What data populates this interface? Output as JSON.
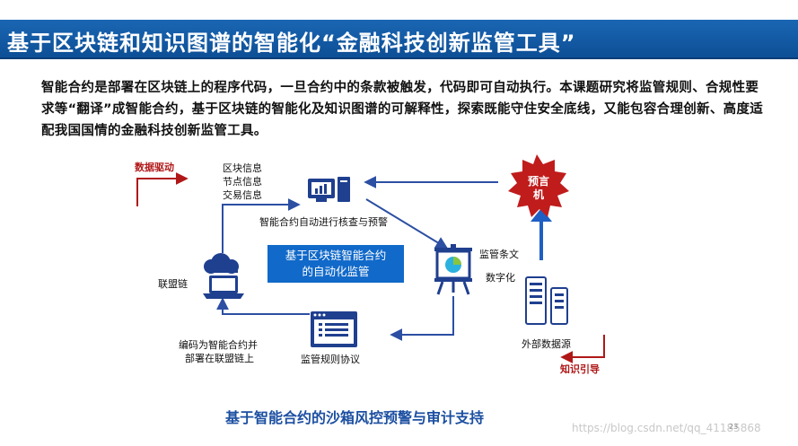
{
  "title": "基于区块链和知识图谱的智能化“金融科技创新监管工具”",
  "paragraph": "智能合约是部署在区块链上的程序代码，一旦合约中的条款被触发，代码即可自动执行。本课题研究将监管规则、合规性要求等“翻译”成智能合约，基于区块链的智能化及知识图谱的可解释性，探索既能守住安全底线，又能包容合理创新、高度适配我国国情的金融科技创新监管工具。",
  "diagram": {
    "data_driven": "数据驱动",
    "knowledge_guided": "知识引导",
    "info_lines": [
      "区块信息",
      "节点信息",
      "交易信息"
    ],
    "auto_check": "智能合约自动进行核查与预警",
    "alliance_chain": "联盟链",
    "center_line1": "基于区块链智能合约",
    "center_line2": "的自动化监管",
    "oracle_line1": "预言",
    "oracle_line2": "机",
    "regulation_digital_1": "监管条文",
    "regulation_digital_2": "数字化",
    "external_source": "外部数据源",
    "encode_line1": "编码为智能合约并",
    "encode_line2": "部署在联盟链上",
    "protocol": "监管规则协议"
  },
  "caption": "基于智能合约的沙箱风控预警与审计支持",
  "watermark": "https://blog.csdn.net/qq_41185868",
  "page_number": "23",
  "colors": {
    "title_bg": "#1a66b3",
    "arrow": "#2c4fa3",
    "red": "#b01818",
    "box": "#1169c9"
  }
}
